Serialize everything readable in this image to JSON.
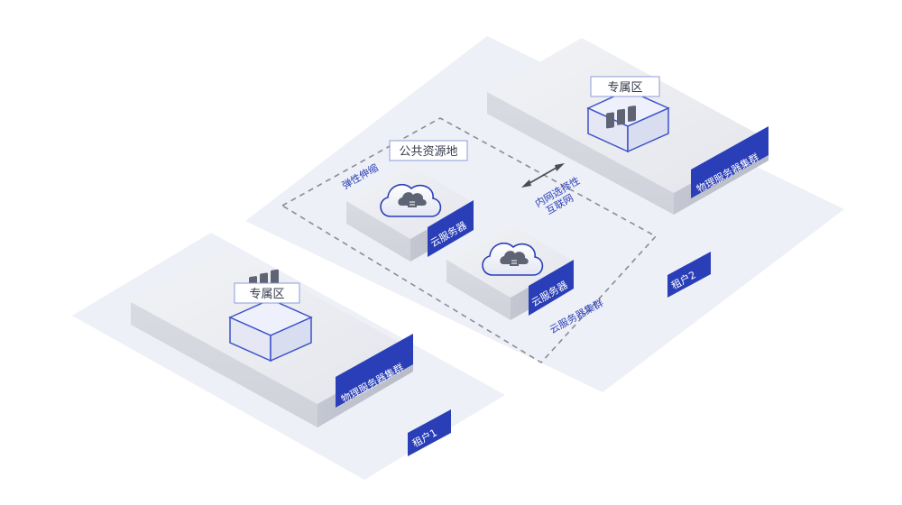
{
  "diagram": {
    "tenant1": {
      "badge": "租户1",
      "zone_label": "专属区",
      "cluster_label": "物理服务器集群"
    },
    "tenant2": {
      "badge": "租户2",
      "zone_label": "专属区",
      "cluster_label": "物理服务器集群"
    },
    "public_pool": {
      "title": "公共资源地",
      "elastic_label": "弹性伸缩",
      "cloud_server_1": "云服务器",
      "cloud_server_2": "云服务器",
      "cluster_label": "云服务器集群"
    },
    "interconnect": {
      "line1": "内网选择性",
      "line2": "互联网"
    },
    "colors": {
      "accent": "#2a3fb7",
      "platform": "#eef0f8",
      "block_top": "#e8e9ee",
      "label_border": "#8d9bd8"
    }
  }
}
